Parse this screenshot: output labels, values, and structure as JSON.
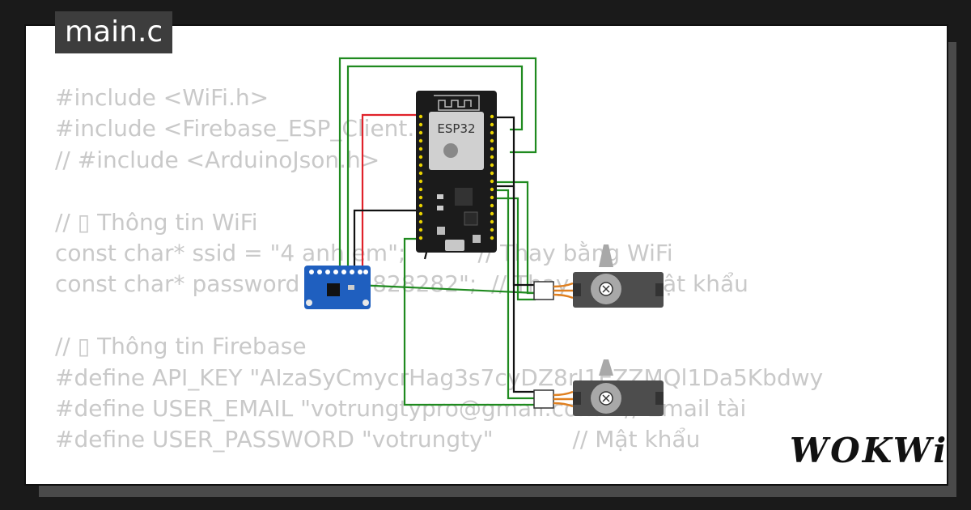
{
  "tab": {
    "label": "main.c"
  },
  "code_lines": [
    "#include <WiFi.h>",
    "#include <Firebase_ESP_Client.h>",
    "// #include <ArduinoJson.h>",
    "",
    "// ▯ Thông tin WiFi",
    "const char* ssid = \"4 anh em\";          // Thay bằng WiFi",
    "const char* password = \"82828282\";  // Thay bằng mật khẩu",
    "",
    "// ▯ Thông tin Firebase",
    "#define API_KEY \"AIzaSyCmycrHag3s7cyDZ8rJ1EZZMQl1Da5Kbdwy",
    "#define USER_EMAIL \"votrungtypro@gmail.com\"  // Email tài",
    "#define USER_PASSWORD \"votrungty\"           // Mật khẩu"
  ],
  "board": {
    "label": "ESP32"
  },
  "brand": {
    "logo": "WOKWi"
  },
  "colors": {
    "wire_green": "#1f8a1f",
    "wire_red": "#e0222a",
    "wire_black": "#111111",
    "board": "#1b1b1b",
    "sensor": "#1f5fbf",
    "servo": "#4d4d4d"
  }
}
